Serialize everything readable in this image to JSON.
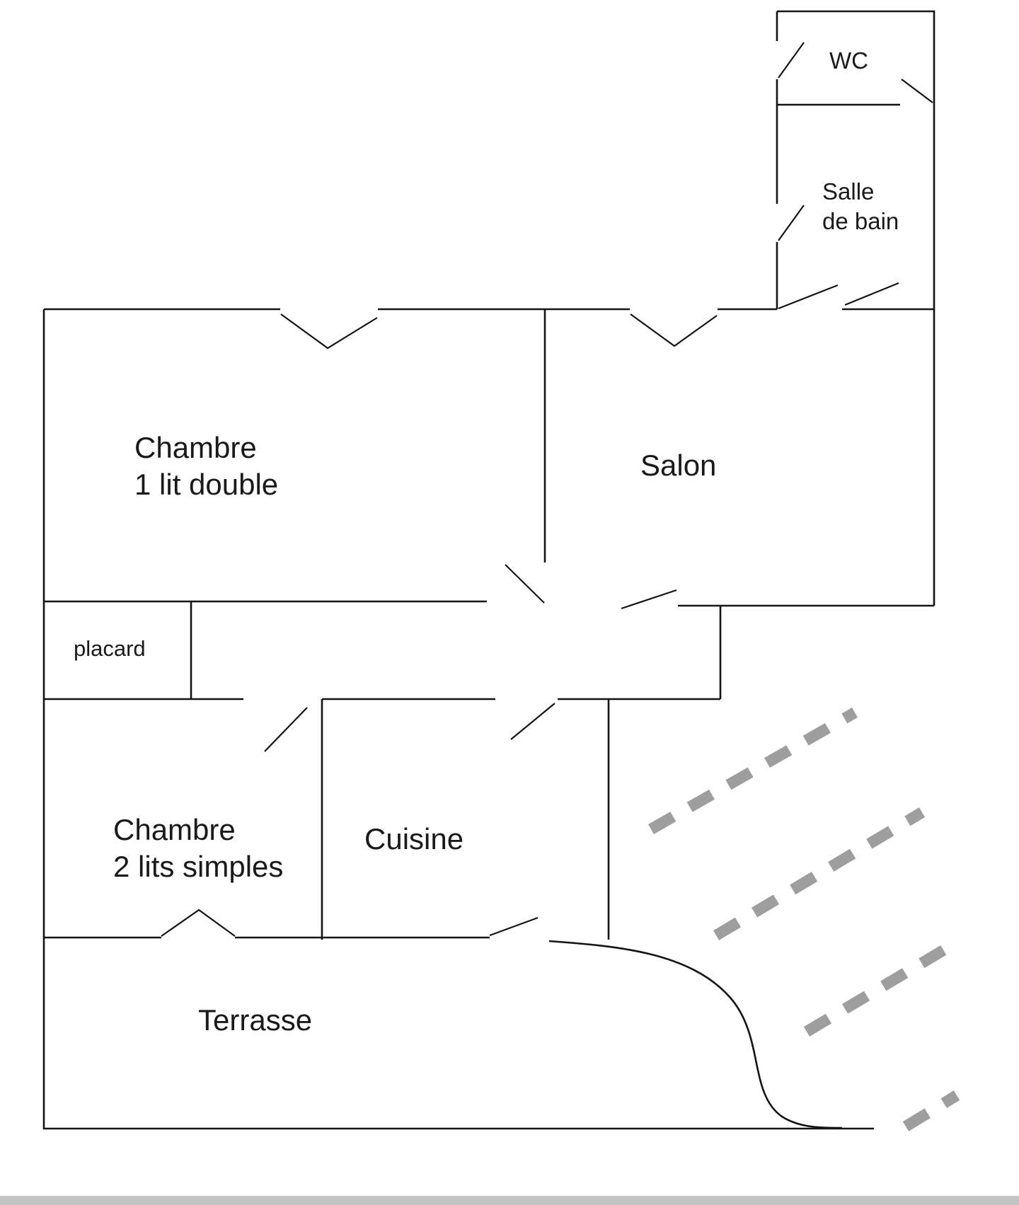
{
  "rooms": {
    "wc": {
      "name": "WC"
    },
    "salle_de_bain": {
      "line1": "Salle",
      "line2": "de bain"
    },
    "chambre1": {
      "line1": "Chambre",
      "line2": "1 lit double"
    },
    "salon": {
      "name": "Salon"
    },
    "placard": {
      "name": "placard"
    },
    "chambre2": {
      "line1": "Chambre",
      "line2": "2 lits simples"
    },
    "cuisine": {
      "name": "Cuisine"
    },
    "terrasse": {
      "name": "Terrasse"
    }
  },
  "colors": {
    "wall": "#141414",
    "text": "#1a1a1a",
    "stairs": "#9e9e9e",
    "scrollbar": "#c3c3c3",
    "background": "#ffffff"
  }
}
